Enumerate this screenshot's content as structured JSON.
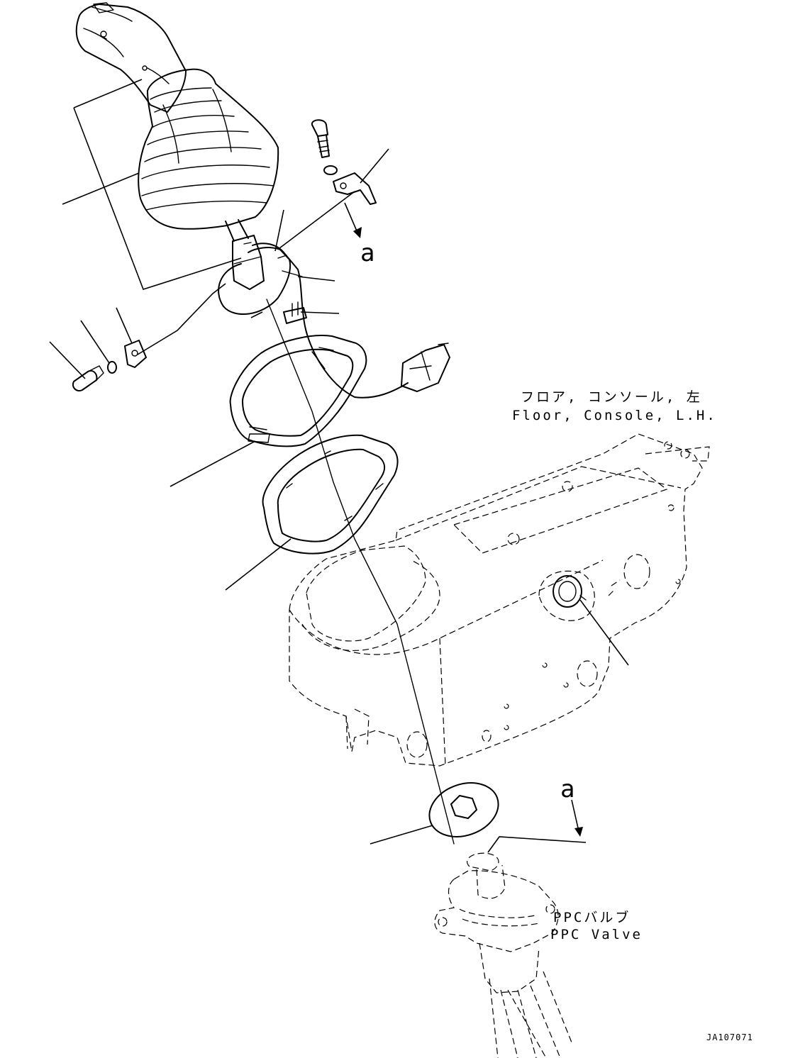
{
  "labels": {
    "console_jp": "フロア, コンソール, 左",
    "console_en": "Floor, Console, L.H.",
    "valve_jp": "PPCバルブ",
    "valve_en": "PPC Valve",
    "view_mark_top": "a",
    "view_mark_bottom": "a",
    "drawing_code": "JA107071"
  }
}
